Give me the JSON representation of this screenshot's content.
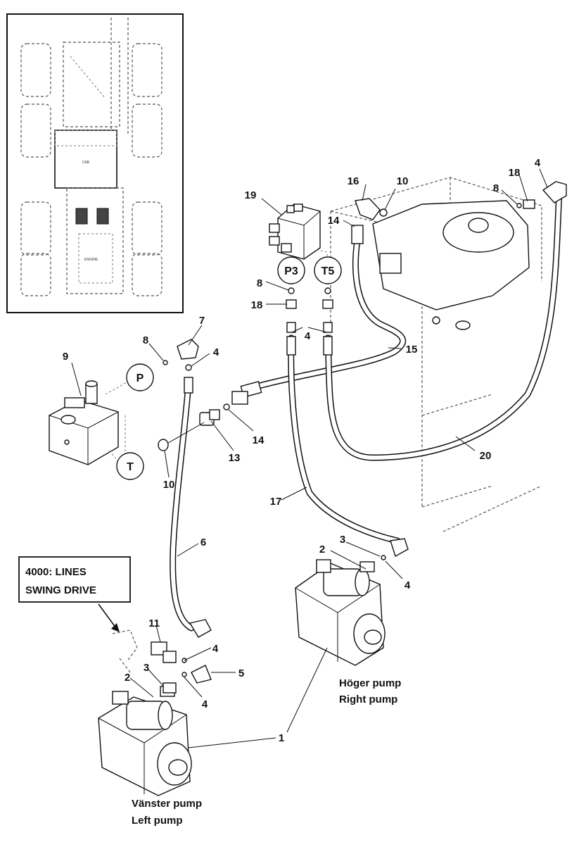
{
  "inset": {
    "cab_label": "CAB",
    "engine_label": "ENGINE"
  },
  "ports": {
    "p": "P",
    "t": "T",
    "p3": "P3",
    "t5": "T5"
  },
  "callout": {
    "line1": "4000: LINES",
    "line2": "SWING DRIVE"
  },
  "pumps": {
    "right_sv": "Höger pump",
    "right_en": "Right pump",
    "left_sv": "Vänster pump",
    "left_en": "Left pump"
  },
  "part_numbers": {
    "n19": "19",
    "n16": "16",
    "n10a": "10",
    "n18a": "18",
    "n4a": "4",
    "n8a": "8",
    "n14a": "14",
    "n8b": "8",
    "n18b": "18",
    "n4b": "4",
    "n15": "15",
    "n9": "9",
    "n8c": "8",
    "n7": "7",
    "n4c": "4",
    "n14b": "14",
    "n13": "13",
    "n10b": "10",
    "n20": "20",
    "n17": "17",
    "n6": "6",
    "n2a": "2",
    "n3a": "3",
    "n4d": "4",
    "n11": "11",
    "n4e": "4",
    "n5": "5",
    "n3b": "3",
    "n2b": "2",
    "n4f": "4",
    "n1": "1"
  }
}
